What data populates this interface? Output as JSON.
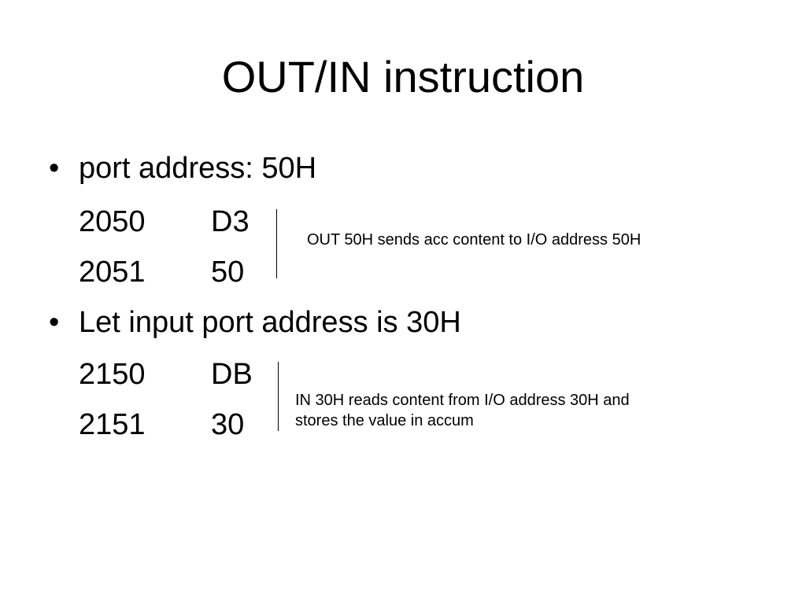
{
  "slide": {
    "title": "OUT/IN instruction",
    "bullet_glyph": "•",
    "section1": {
      "heading": "port address: 50H",
      "rows": [
        {
          "addr": "2050",
          "op": "D3"
        },
        {
          "addr": "2051",
          "op": "50"
        }
      ],
      "note": "OUT 50H sends acc content to I/O address 50H"
    },
    "section2": {
      "heading": "Let input port address is 30H",
      "rows": [
        {
          "addr": "2150",
          "op": "DB"
        },
        {
          "addr": "2151",
          "op": "30"
        }
      ],
      "note_line1": "IN 30H reads content from I/O address 30H and",
      "note_line2": "stores the value in accum"
    }
  }
}
